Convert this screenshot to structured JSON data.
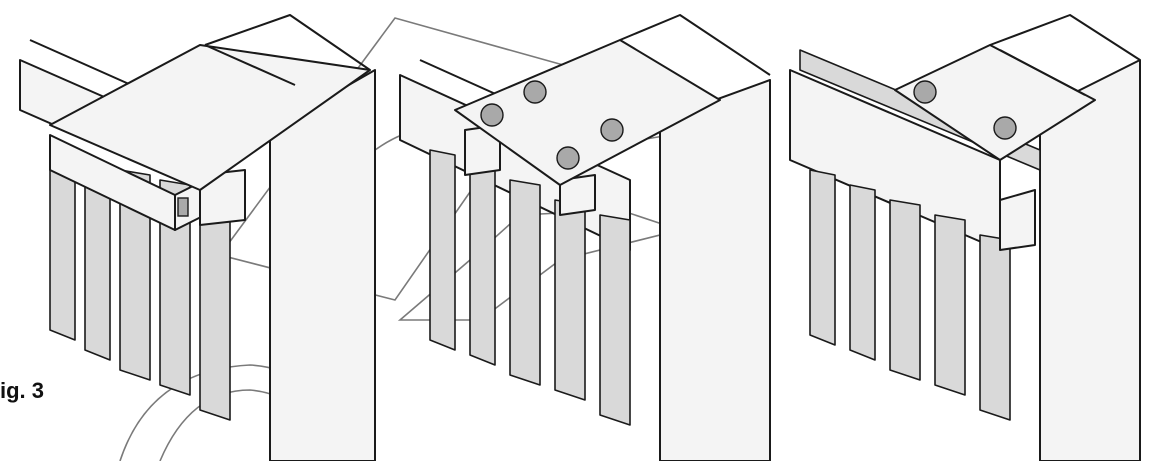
{
  "figure": {
    "caption": "ig. 3",
    "colors": {
      "ink": "#1a1a1a",
      "light_fill": "#f4f4f4",
      "mid_fill": "#d9d9d9",
      "dark_fill": "#a9a9a9",
      "watermark": "#7a7a7a",
      "background": "#ffffff"
    },
    "panels": [
      {
        "name": "mounting-step-1",
        "bolts_visible": 0
      },
      {
        "name": "mounting-step-2",
        "bolts_visible": 4
      },
      {
        "name": "mounting-step-3",
        "bolts_visible": 2
      }
    ]
  }
}
